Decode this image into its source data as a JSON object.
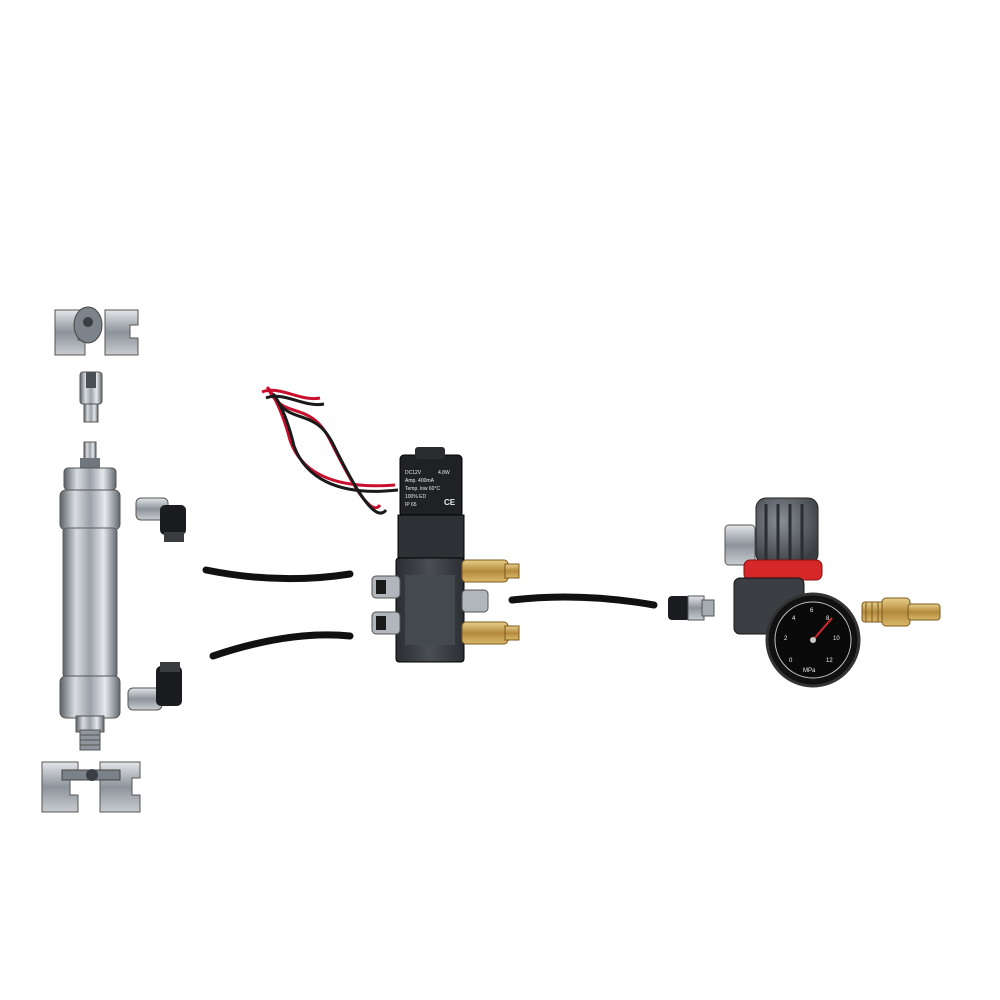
{
  "image": {
    "background": "#ffffff",
    "subject": "pneumatic-cylinder-kit"
  },
  "solenoid_label": {
    "line1": "DC12V",
    "line1b": "4.8W",
    "line2": "Amp. 400mA",
    "line3": "Temp. low 60°C",
    "line4": "100% ED",
    "line5": "IP 65",
    "ce": "CE"
  },
  "gauge": {
    "ticks": [
      "0",
      "2",
      "4",
      "6",
      "8",
      "10",
      "12"
    ],
    "unit": "MPa"
  },
  "colors": {
    "metal": "#b8bec4",
    "metal_dark": "#6d747b",
    "brass": "#c9a45c",
    "valve_body": "#3a3d42",
    "coil": "#1f2124",
    "tube": "#111111",
    "wire_red": "#c8102e",
    "wire_black": "#1a1a1a",
    "regulator_red": "#d62828"
  }
}
